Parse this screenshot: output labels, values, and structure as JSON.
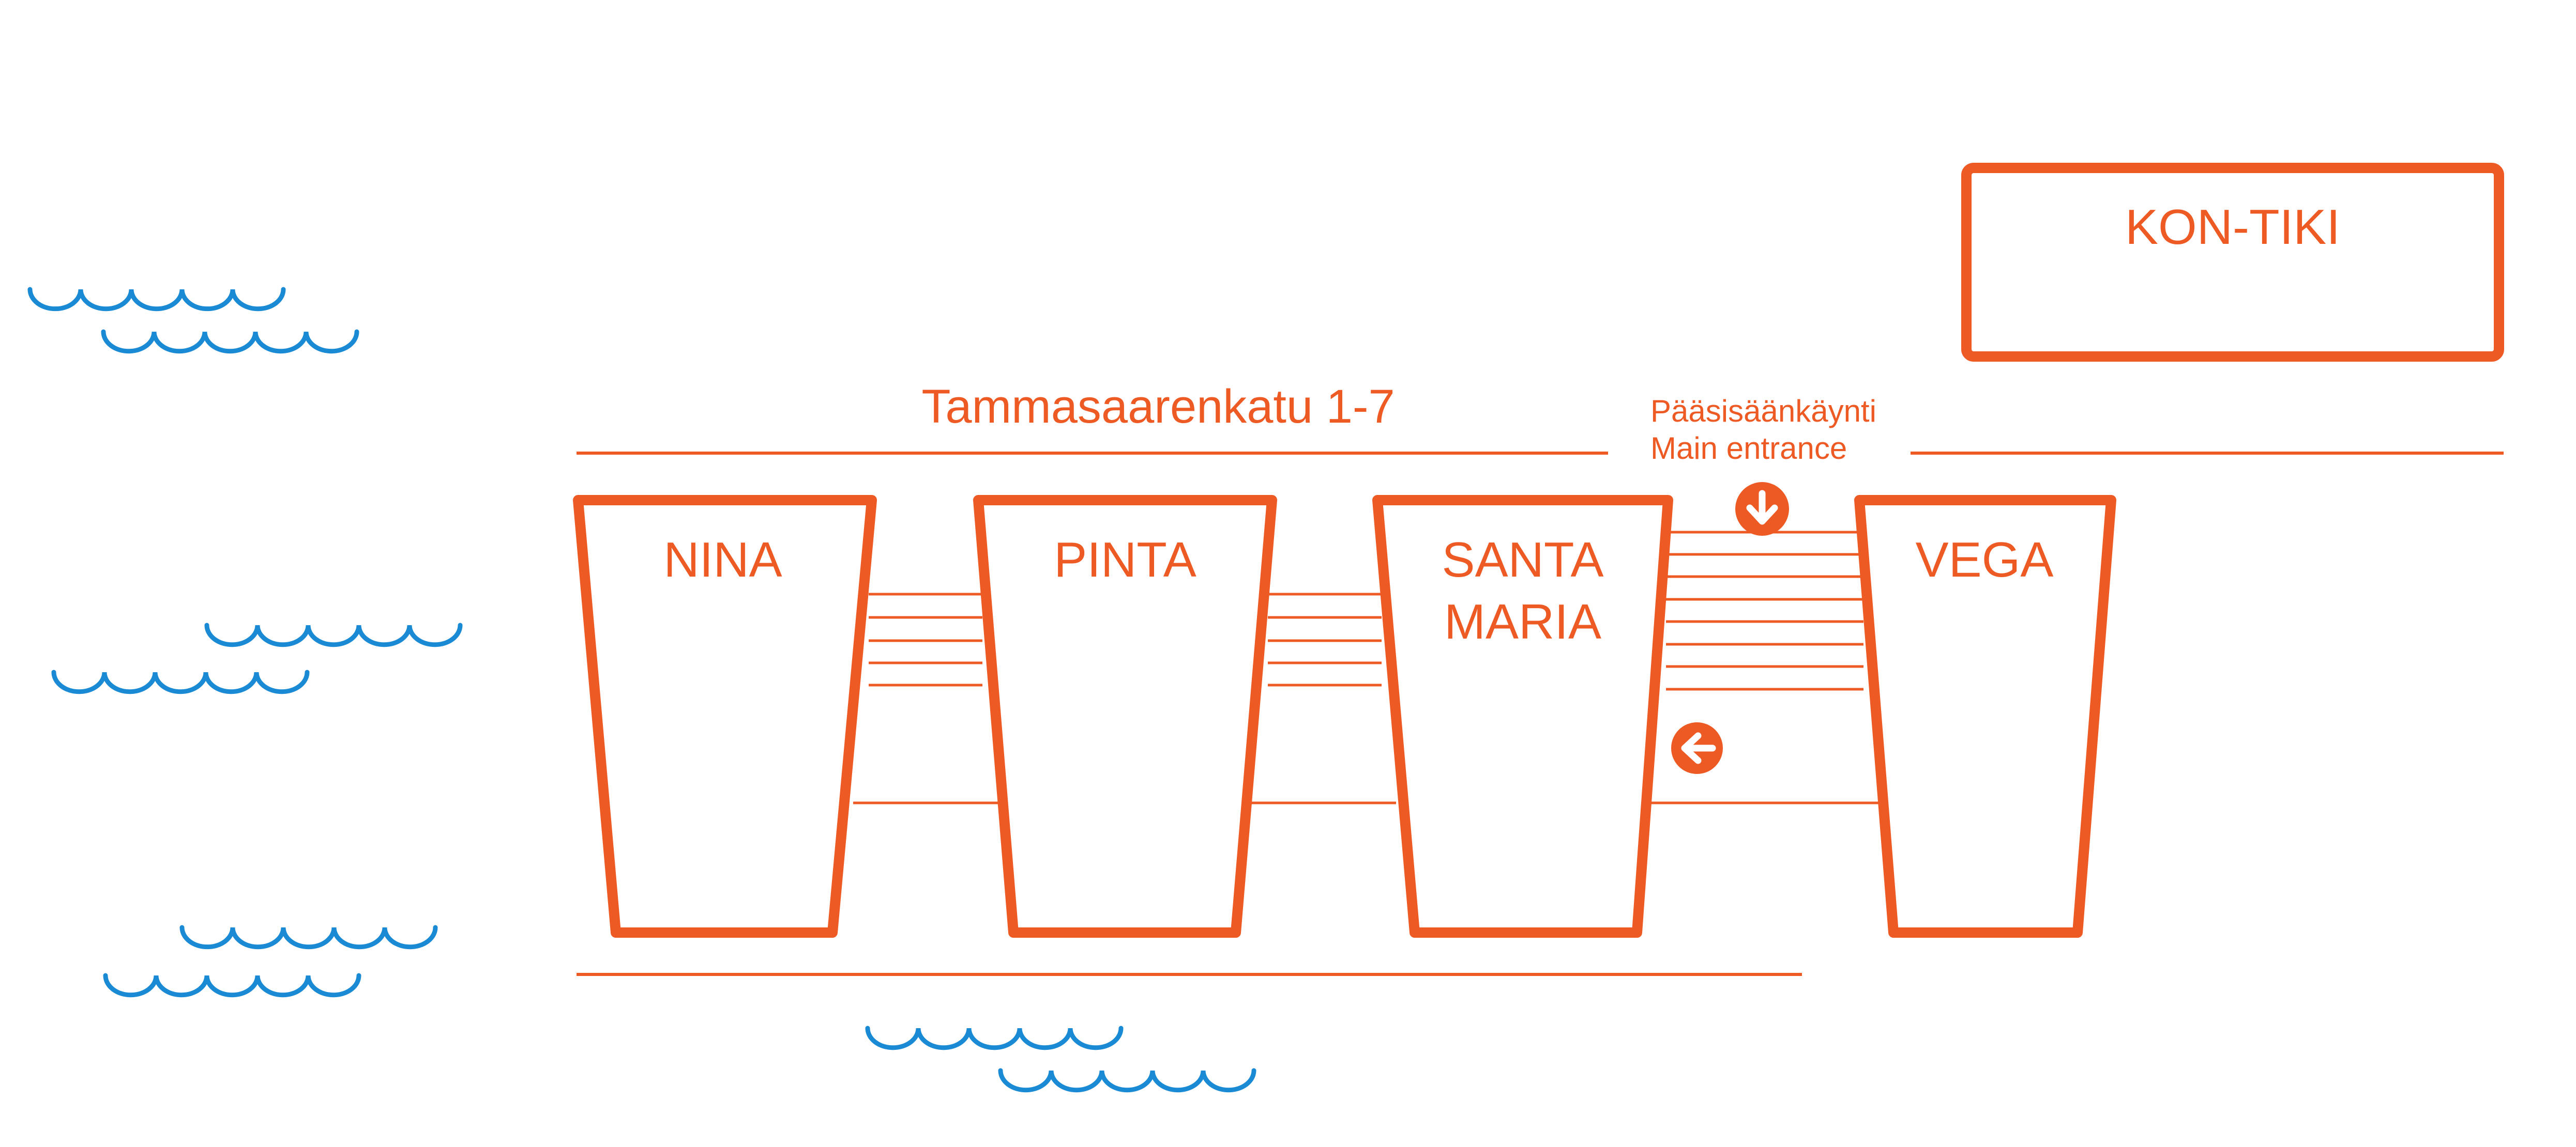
{
  "street_label": "Tammasaarenkatu 1-7",
  "entrance": {
    "label_fi": "Pääsisäänkäynti",
    "label_en": "Main entrance"
  },
  "buildings": [
    {
      "name": "NINA"
    },
    {
      "name": "PINTA"
    },
    {
      "name": "SANTA",
      "name_line2": "MARIA"
    },
    {
      "name": "VEGA"
    }
  ],
  "kontiki": {
    "name": "KON-TIKI"
  },
  "icons": {
    "entrance_arrow": "arrow-down-icon",
    "side_arrow": "arrow-left-icon",
    "water": "wave-icon"
  },
  "colors": {
    "accent": "#EE5A24",
    "water": "#1A8AD4",
    "background": "#FFFFFF"
  }
}
